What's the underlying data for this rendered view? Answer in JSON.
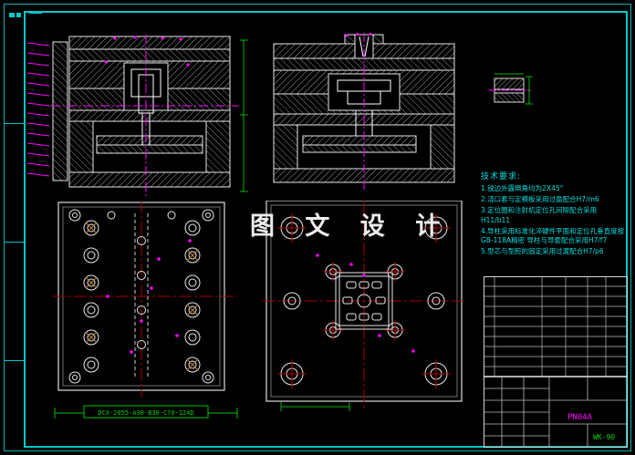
{
  "watermark": "图 文 设 计",
  "notes": {
    "title": "技术要求:",
    "items": [
      "1.锐边外露倒角均为2X45°",
      "2.浇口套与定模板采用过盈配合H7/m6",
      "3.定位圈和注射机定位孔间隙配合采用H11/b11",
      "4.导柱采用标准化淬硬件平面和定位孔垂直度按GB-118A精密 导柱与导套配合采用H7/f7",
      "5.型芯与型腔的固定采用过渡配合H7/p6"
    ]
  },
  "dimensions": {
    "bottom_left_label": "DCX-2055-A30-B30-C70-124D"
  },
  "titleblock": {
    "part_no": "PN04A",
    "drawing_no": "WK-90"
  },
  "colors": {
    "frame": "#00c8c8",
    "lines": "#e6e6e6",
    "marker": "#ff00ff",
    "dimension": "#00c000",
    "centerline": "#aa0000",
    "notes_text": "#00dede"
  }
}
